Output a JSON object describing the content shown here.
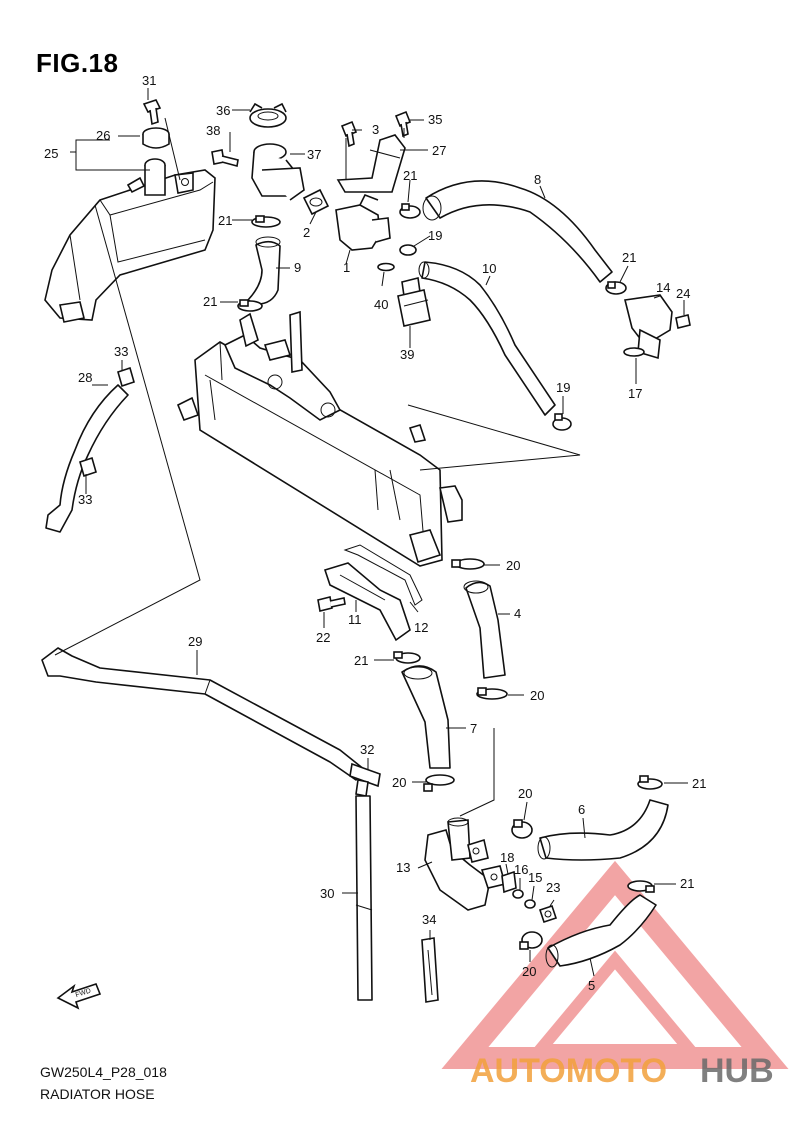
{
  "figure": {
    "title": "FIG.18",
    "code": "GW250L4_P28_018",
    "name": "RADIATOR HOSE",
    "fwd_label": "FWD"
  },
  "callouts": [
    "1",
    "2",
    "3",
    "4",
    "5",
    "6",
    "7",
    "8",
    "9",
    "10",
    "11",
    "12",
    "13",
    "14",
    "15",
    "16",
    "17",
    "18",
    "19",
    "20",
    "21",
    "22",
    "23",
    "24",
    "25",
    "26",
    "27",
    "28",
    "29",
    "30",
    "31",
    "32",
    "33",
    "34",
    "35",
    "36",
    "37",
    "38",
    "39",
    "40"
  ],
  "watermark": {
    "text_a": "AUTOMOTO",
    "text_b": "HUB",
    "color_a": "#f2a13c",
    "color_b": "#6a6a6a",
    "logo_color": "#e85a5a"
  }
}
